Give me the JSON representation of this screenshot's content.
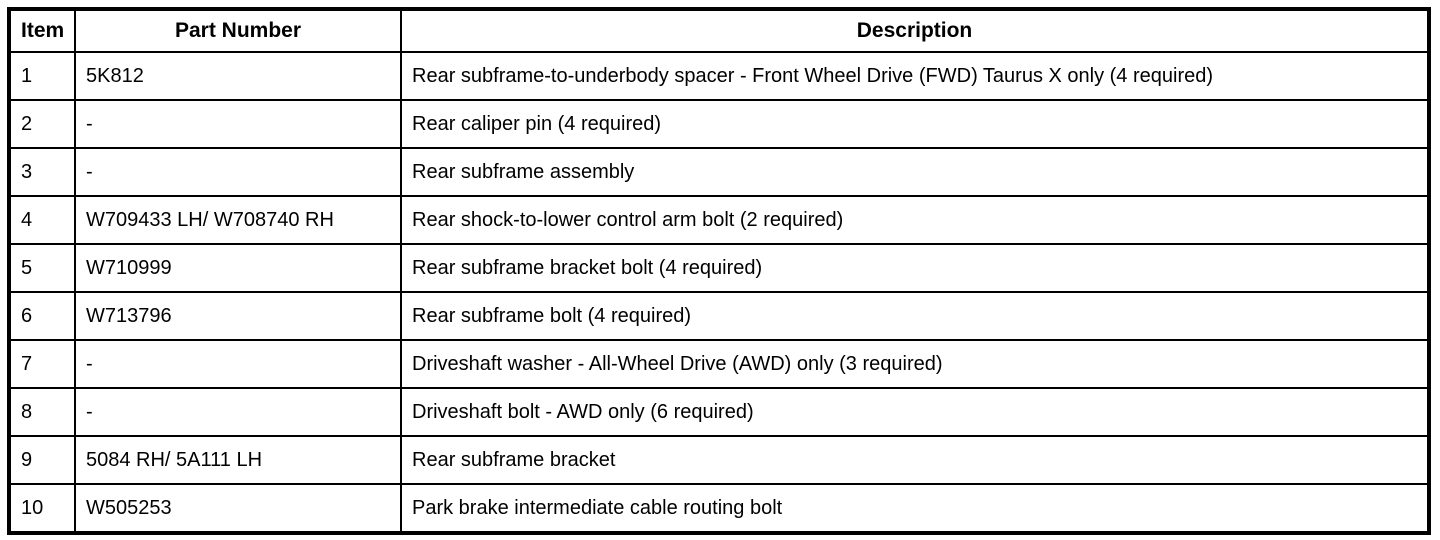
{
  "table": {
    "columns": [
      {
        "key": "item",
        "label": "Item"
      },
      {
        "key": "part_number",
        "label": "Part Number"
      },
      {
        "key": "description",
        "label": "Description"
      }
    ],
    "rows": [
      {
        "item": "1",
        "part_number": "5K812",
        "description": "Rear subframe-to-underbody spacer - Front Wheel Drive (FWD) Taurus X only (4 required)"
      },
      {
        "item": "2",
        "part_number": "-",
        "description": "Rear caliper pin (4 required)"
      },
      {
        "item": "3",
        "part_number": "-",
        "description": "Rear subframe assembly"
      },
      {
        "item": "4",
        "part_number": "W709433 LH/ W708740 RH",
        "description": "Rear shock-to-lower control arm bolt (2 required)"
      },
      {
        "item": "5",
        "part_number": "W710999",
        "description": "Rear subframe bracket bolt (4 required)"
      },
      {
        "item": "6",
        "part_number": "W713796",
        "description": "Rear subframe bolt (4 required)"
      },
      {
        "item": "7",
        "part_number": "-",
        "description": "Driveshaft washer - All-Wheel Drive (AWD) only (3 required)"
      },
      {
        "item": "8",
        "part_number": "-",
        "description": "Driveshaft bolt - AWD only (6 required)"
      },
      {
        "item": "9",
        "part_number": "5084 RH/ 5A111 LH",
        "description": "Rear subframe bracket"
      },
      {
        "item": "10",
        "part_number": "W505253",
        "description": "Park brake intermediate cable routing bolt"
      }
    ],
    "colors": {
      "border": "#000000",
      "background": "#ffffff",
      "text": "#000000"
    }
  }
}
